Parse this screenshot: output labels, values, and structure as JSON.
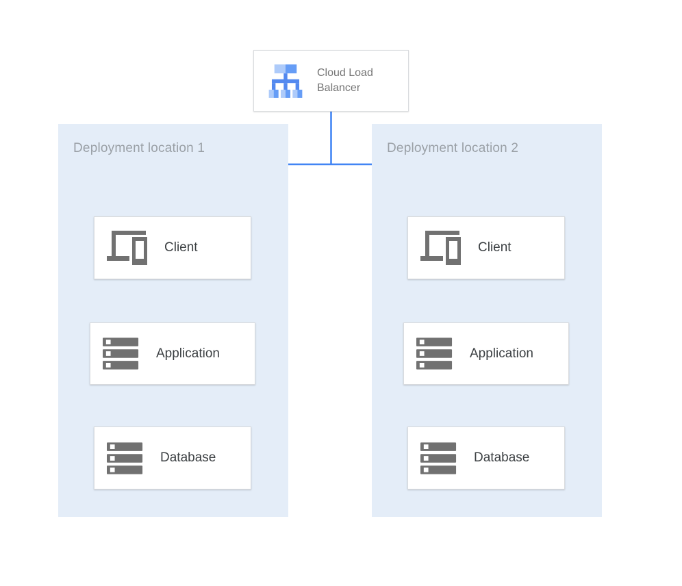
{
  "load_balancer": {
    "label": "Cloud Load Balancer",
    "icon": "load-balancer-icon"
  },
  "regions": [
    {
      "label": "Deployment location 1",
      "nodes": [
        {
          "label": "Client",
          "icon": "devices-icon"
        },
        {
          "label": "Application",
          "icon": "server-icon"
        },
        {
          "label": "Database",
          "icon": "server-icon"
        }
      ]
    },
    {
      "label": "Deployment location 2",
      "nodes": [
        {
          "label": "Client",
          "icon": "devices-icon"
        },
        {
          "label": "Application",
          "icon": "server-icon"
        },
        {
          "label": "Database",
          "icon": "server-icon"
        }
      ]
    }
  ],
  "connections": [
    {
      "from": "Cloud Load Balancer",
      "to": "Client (Deployment location 1)"
    },
    {
      "from": "Cloud Load Balancer",
      "to": "Client (Deployment location 2)"
    },
    {
      "from": "Client (Deployment location 1)",
      "to": "Application (Deployment location 1)"
    },
    {
      "from": "Application (Deployment location 1)",
      "to": "Database (Deployment location 1)"
    },
    {
      "from": "Client (Deployment location 2)",
      "to": "Application (Deployment location 2)"
    },
    {
      "from": "Application (Deployment location 2)",
      "to": "Database (Deployment location 2)"
    }
  ],
  "colors": {
    "arrow_color": "#4285F4",
    "region_bg": "#E4EDF8",
    "region_label_color": "#9AA0A6",
    "node_bg": "#FFFFFF",
    "node_border": "#D9DBDE",
    "node_label_color": "#3C4043",
    "lb_label_color": "#757575",
    "icon_color": "#717171",
    "lb_icon_light": "#AECBFA",
    "lb_icon_mid": "#669DF6",
    "lb_icon_stem": "#5489EF"
  }
}
